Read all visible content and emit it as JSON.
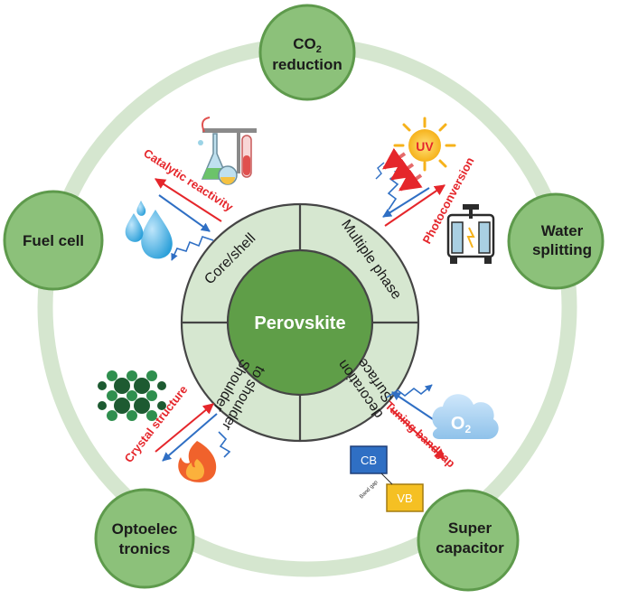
{
  "center": {
    "label": "Perovskite"
  },
  "segments": [
    {
      "key": "core",
      "label": "Core/shell"
    },
    {
      "key": "multi",
      "label": "Multiple phase"
    },
    {
      "key": "surface_1",
      "label": "Surface"
    },
    {
      "key": "surface_2",
      "label": "decoration"
    },
    {
      "key": "shoulder_1",
      "label": "Shoulder"
    },
    {
      "key": "shoulder_2",
      "label": "to shoulder"
    }
  ],
  "applications": {
    "co2": {
      "line1": "CO",
      "sub": "2",
      "line2": "reduction"
    },
    "water": {
      "line1": "Water",
      "line2": "splitting"
    },
    "fuel": {
      "line1": "Fuel cell"
    },
    "opto": {
      "line1": "Optoelec",
      "line2": "tronics"
    },
    "super": {
      "line1": "Super",
      "line2": "capacitor"
    }
  },
  "properties": {
    "catalytic": "Catalytic reactivity",
    "photo": "Photoconversion",
    "crystal": "Crystal structure",
    "tuning": "Tuning bandgap"
  },
  "icon_labels": {
    "uv": "UV",
    "o2": "O",
    "o2_sub": "2",
    "cb": "CB",
    "vb": "VB",
    "band_gap": "Band gap"
  },
  "colors": {
    "ring": "#d5e6cf",
    "node_fill": "#8cc17a",
    "node_stroke": "#5e9a4c",
    "center_fill": "#5f9e48",
    "segment_fill": "#d6e7d0",
    "segment_stroke": "#454545",
    "red": "#e5262b",
    "blue": "#2f6fc4"
  }
}
